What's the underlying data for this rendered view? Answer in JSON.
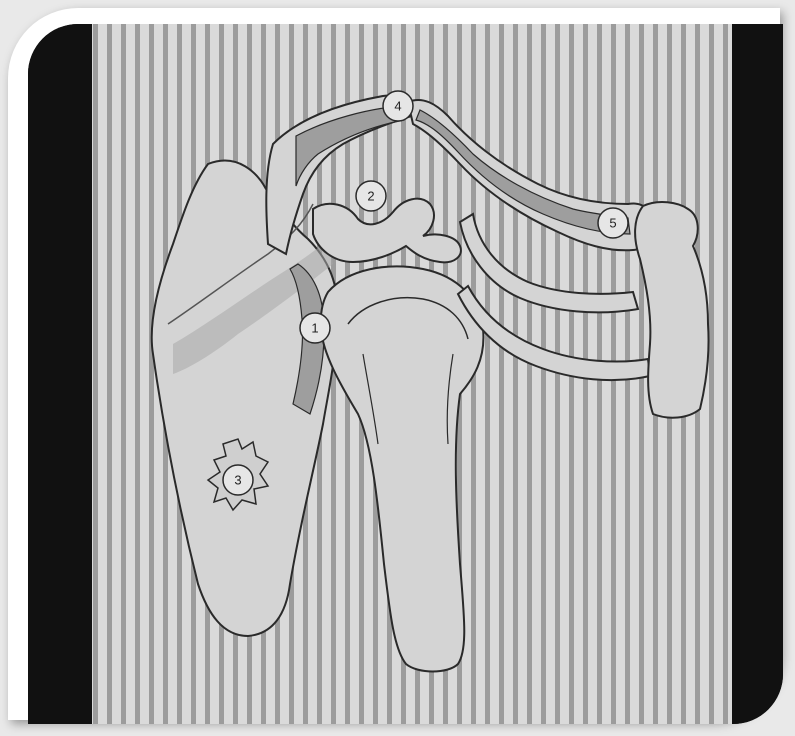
{
  "colors": {
    "frame": "#ffffff",
    "background_dark": "#111111",
    "stripe_light": "#d9d9d9",
    "stripe_dark": "#9a9a9a",
    "bone_fill": "#d6d6d6",
    "ligament_fill": "#9e9e9e",
    "outline": "#2a2a2a"
  },
  "markers": [
    {
      "label": "1"
    },
    {
      "label": "2"
    },
    {
      "label": "3"
    },
    {
      "label": "4"
    },
    {
      "label": "5"
    }
  ]
}
